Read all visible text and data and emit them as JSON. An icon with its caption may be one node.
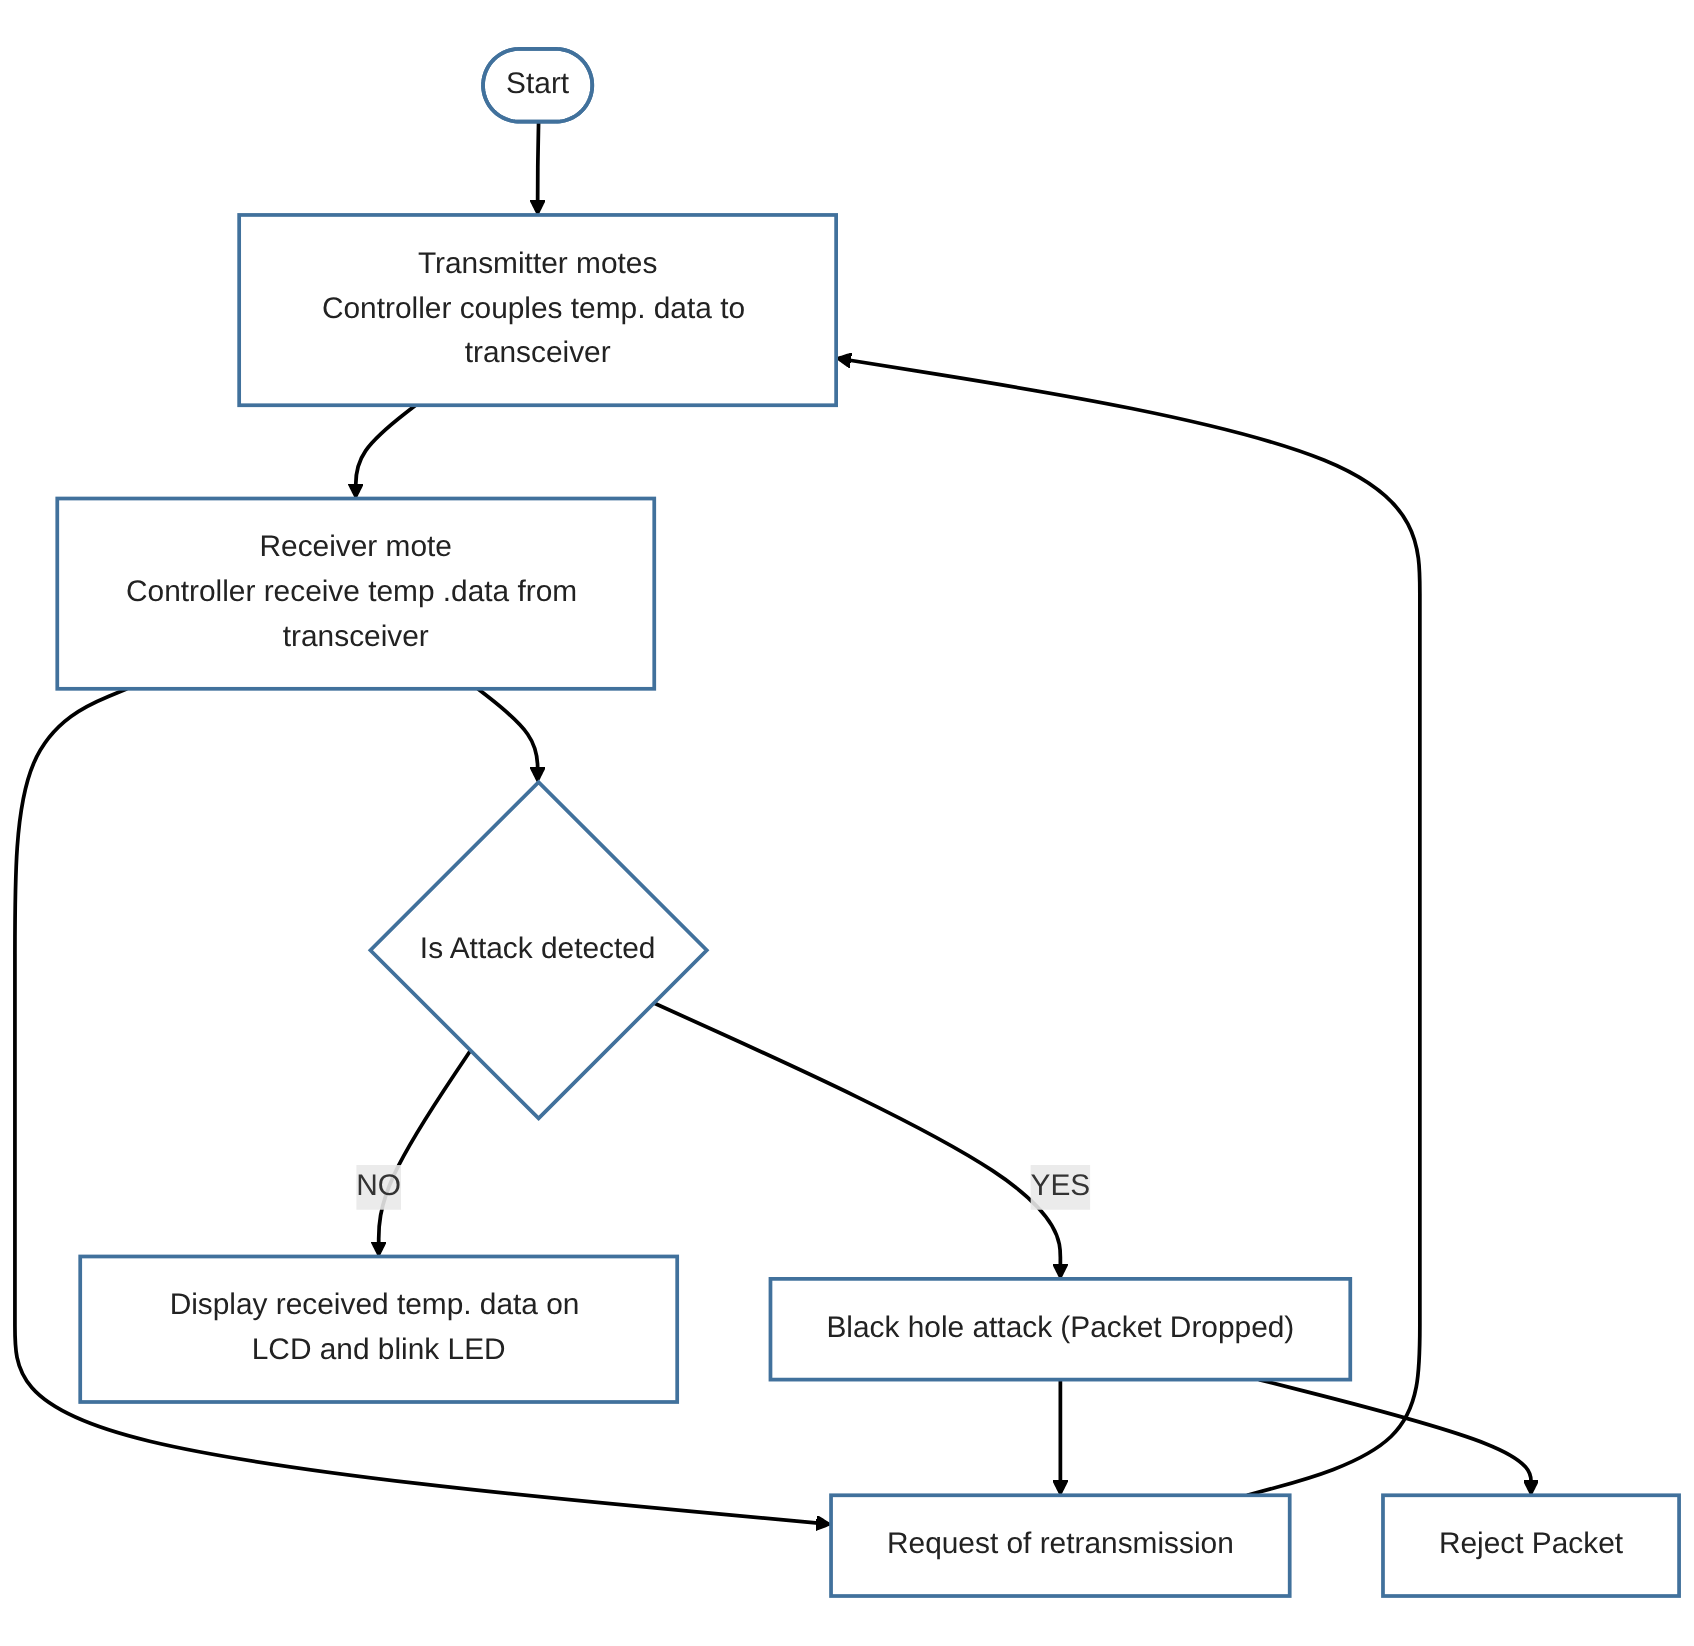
{
  "diagram": {
    "nodes": [
      {
        "text": [
          "Start"
        ]
      },
      {
        "text": [
          "Transmitter motes",
          "Controller couples temp. data to transceiver"
        ]
      },
      {
        "text": [
          "Receiver mote",
          "Controller receive temp .data from transceiver"
        ]
      },
      {
        "text": [
          "Request of retransmission"
        ]
      },
      {
        "text": [
          "Is Attack detected"
        ]
      },
      {
        "text": [
          "Black hole attack (Packet Dropped)"
        ]
      },
      {
        "text": [
          "Reject Packet"
        ]
      },
      {
        "text": [
          "Display received temp. data on LCD and blink LED"
        ]
      }
    ],
    "edges": [
      {
        "from": 0,
        "to": 1,
        "arrow": "to"
      },
      {
        "from": 1,
        "to": 2,
        "arrow": "to"
      },
      {
        "from": 2,
        "to": 3,
        "arrow": "to"
      },
      {
        "from": 3,
        "to": 1,
        "arrow": "to"
      },
      {
        "from": 2,
        "to": 4,
        "arrow": "to"
      },
      {
        "from": 4,
        "to": 5,
        "arrow": "to",
        "label": "YES"
      },
      {
        "from": 5,
        "to": 3,
        "arrow": "to"
      },
      {
        "from": 5,
        "to": 6,
        "arrow": "to"
      },
      {
        "from": 4,
        "to": 7,
        "arrow": "to",
        "label": "NO"
      }
    ]
  }
}
